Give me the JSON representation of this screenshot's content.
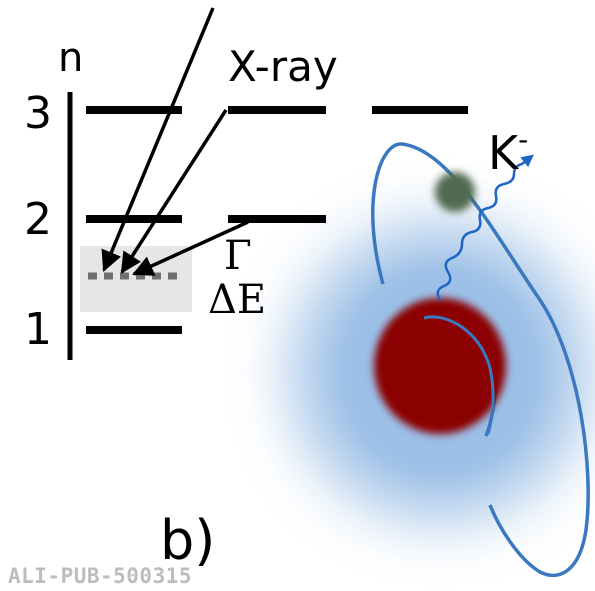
{
  "axis": {
    "symbol": "n",
    "levels": [
      "3",
      "2",
      "1"
    ]
  },
  "labels": {
    "xray": "X-ray",
    "width": "Γ",
    "shift": "ΔE",
    "particle": "K",
    "particle_charge": "-",
    "panel": "b)",
    "watermark": "ALI-PUB-500315"
  },
  "colors": {
    "line": "#000000",
    "nucleus": "#8b0000",
    "cloud": "#4a86c8",
    "orbit": "#3a78c0",
    "kaon": "#4f6b4f",
    "photon": "#1f66c4",
    "shift_box": "#e6e6e6",
    "dots": "#707070"
  },
  "icons": {
    "particle": "kaon-ball-icon",
    "photon": "wavy-photon-icon",
    "nucleus": "nucleus-icon"
  }
}
